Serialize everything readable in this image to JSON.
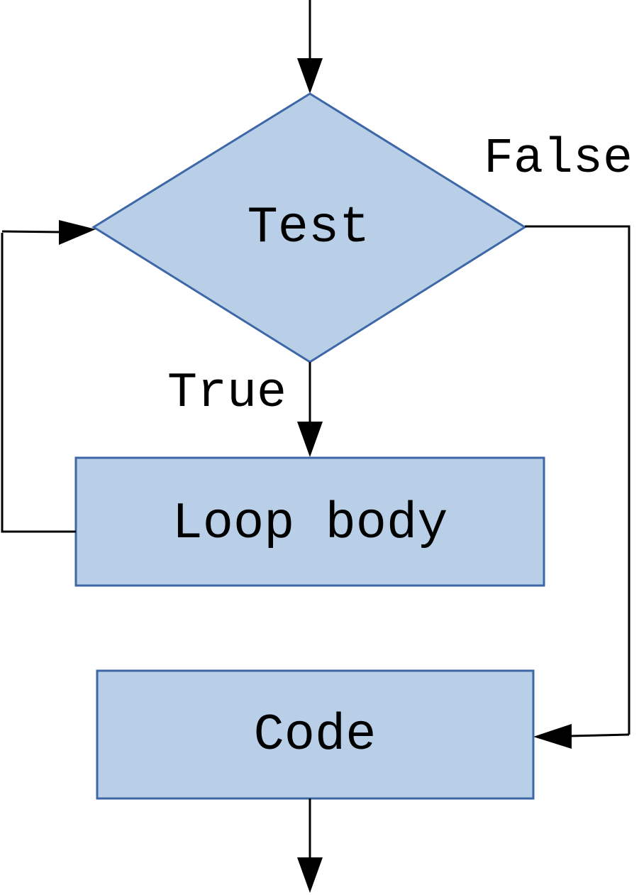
{
  "diagram": {
    "nodes": {
      "test": {
        "label": "Test",
        "shape": "diamond"
      },
      "loop_body": {
        "label": "Loop body",
        "shape": "rectangle"
      },
      "code": {
        "label": "Code",
        "shape": "rectangle"
      }
    },
    "edges": {
      "true_label": "True",
      "false_label": "False"
    },
    "colors": {
      "node_fill": "#b9cfe8",
      "node_stroke": "#3d67a6",
      "edge": "#000000"
    }
  }
}
